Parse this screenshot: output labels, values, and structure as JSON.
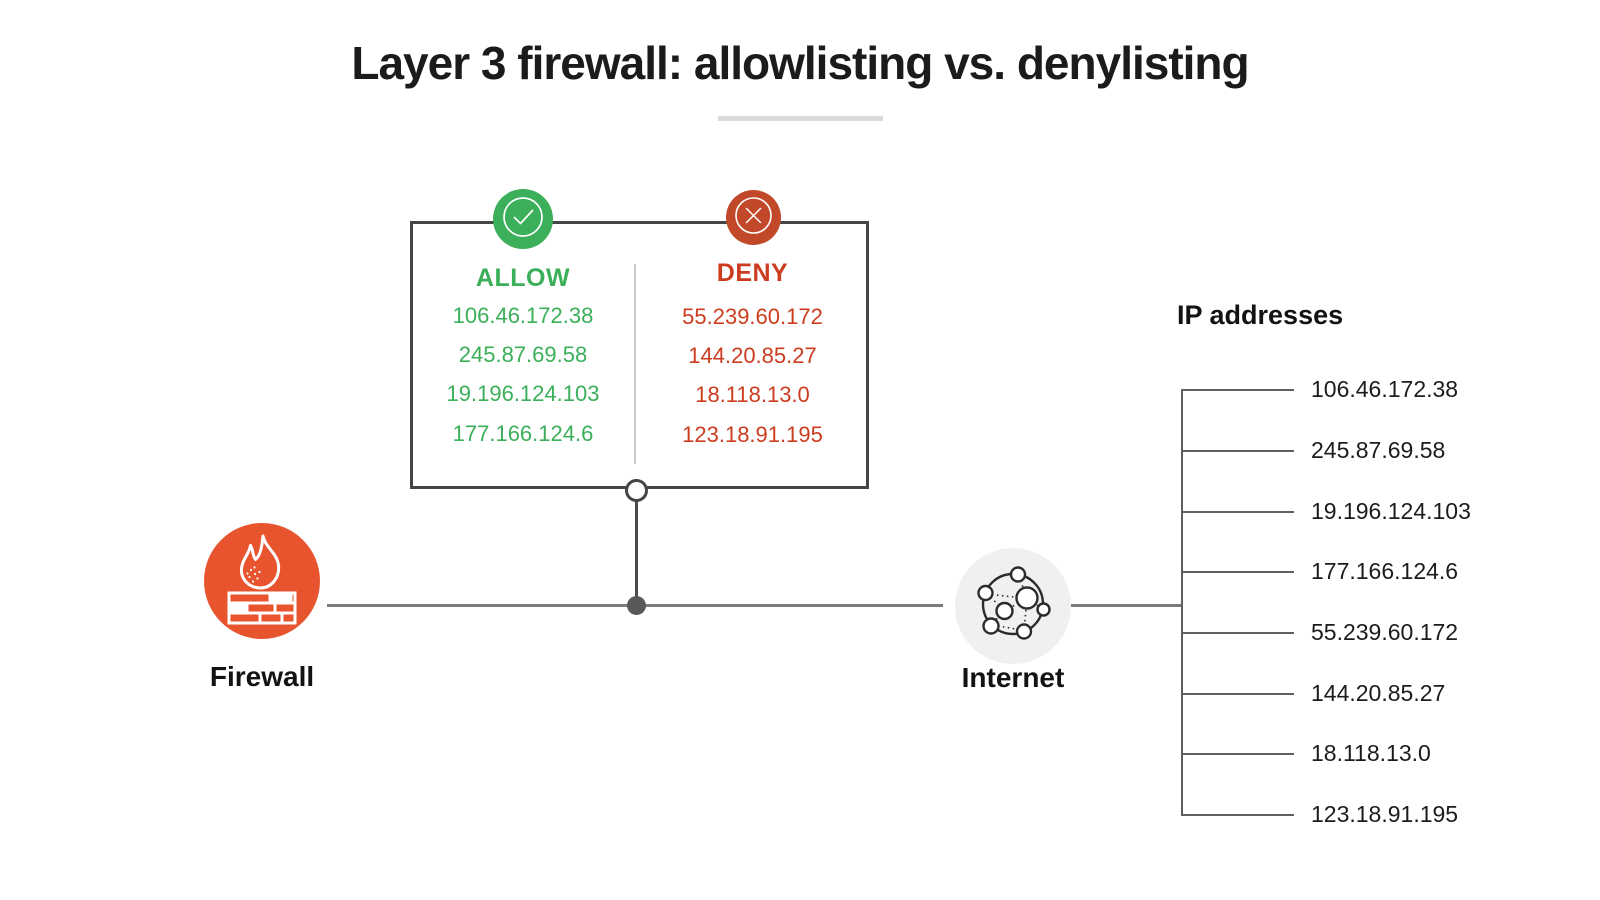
{
  "title": "Layer 3 firewall: allowlisting vs. denylisting",
  "colors": {
    "allow_green": "#3baf5a",
    "deny_red_text": "#cc3c1f",
    "deny_badge_red": "#c2482a",
    "firewall_orange": "#e8542e",
    "internet_gray": "#f0f0f2",
    "line_gray": "#7a7a7a",
    "box_border": "#454545",
    "title_rule_gray": "#dadada"
  },
  "icons": {
    "allow_badge": "check-circle-icon",
    "deny_badge": "x-circle-icon",
    "firewall": "flame-brick-wall-icon",
    "internet": "network-globe-icon"
  },
  "rules_panel": {
    "allow": {
      "label": "ALLOW",
      "ips": [
        "106.46.172.38",
        "245.87.69.58",
        "19.196.124.103",
        "177.166.124.6"
      ]
    },
    "deny": {
      "label": "DENY",
      "ips": [
        "55.239.60.172",
        "144.20.85.27",
        "18.118.13.0",
        "123.18.91.195"
      ]
    }
  },
  "nodes": {
    "firewall_label": "Firewall",
    "internet_label": "Internet"
  },
  "ip_list": {
    "heading": "IP addresses",
    "ips": [
      "106.46.172.38",
      "245.87.69.58",
      "19.196.124.103",
      "177.166.124.6",
      "55.239.60.172",
      "144.20.85.27",
      "18.118.13.0",
      "123.18.91.195"
    ]
  }
}
